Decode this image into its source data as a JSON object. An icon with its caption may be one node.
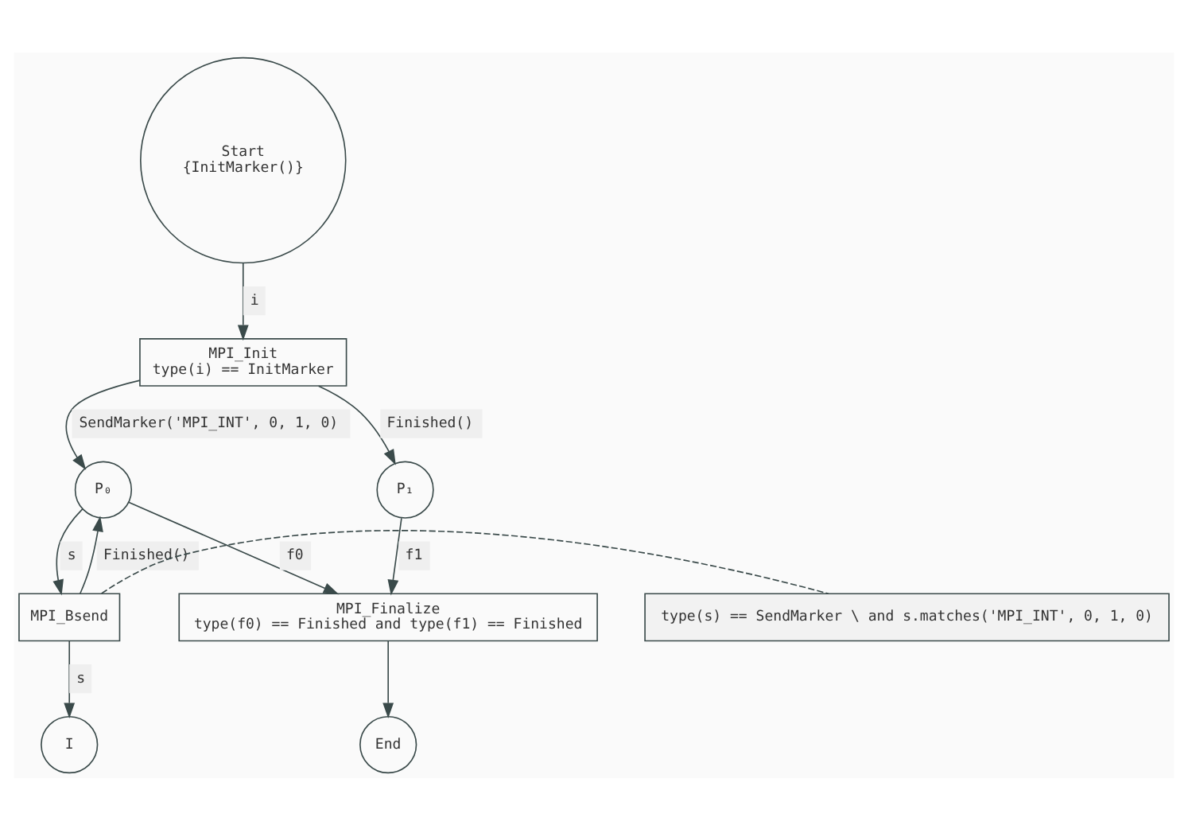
{
  "diagram": {
    "nodes": [
      {
        "text": [
          "Start",
          "{InitMarker()}"
        ]
      },
      {
        "text": [
          "MPI_Init",
          "type(i) == InitMarker"
        ]
      },
      {
        "text": [
          "P₀"
        ]
      },
      {
        "text": [
          "MPI_Bsend"
        ]
      },
      {
        "text": [
          "type(s) == SendMarker \\ and s.matches('MPI_INT', 0, 1, 0)"
        ]
      },
      {
        "text": [
          "I"
        ]
      },
      {
        "text": [
          "P₁"
        ]
      },
      {
        "text": [
          "End"
        ]
      },
      {
        "text": [
          "MPI_Finalize",
          "type(f0) == Finished and type(f1) == Finished"
        ]
      }
    ],
    "edges": [
      {
        "from": 0,
        "to": 1,
        "arrow": "to",
        "label": "i"
      },
      {
        "from": 1,
        "to": 2,
        "arrow": "to",
        "label": "SendMarker('MPI_INT', 0, 1, 0)"
      },
      {
        "from": 1,
        "to": 6,
        "arrow": "to",
        "label": "Finished()"
      },
      {
        "from": 2,
        "to": 3,
        "arrow": "to",
        "label": "s"
      },
      {
        "from": 3,
        "to": 2,
        "arrow": "to",
        "label": "Finished()"
      },
      {
        "from": 2,
        "to": 8,
        "arrow": "to",
        "label": "f0"
      },
      {
        "from": 3,
        "to": 4,
        "arrow": "none",
        "style": "dashed"
      },
      {
        "from": 3,
        "to": 5,
        "arrow": "to",
        "label": "s"
      },
      {
        "from": 6,
        "to": 8,
        "arrow": "to",
        "label": "f1"
      },
      {
        "from": 8,
        "to": 7,
        "arrow": "to"
      }
    ]
  }
}
